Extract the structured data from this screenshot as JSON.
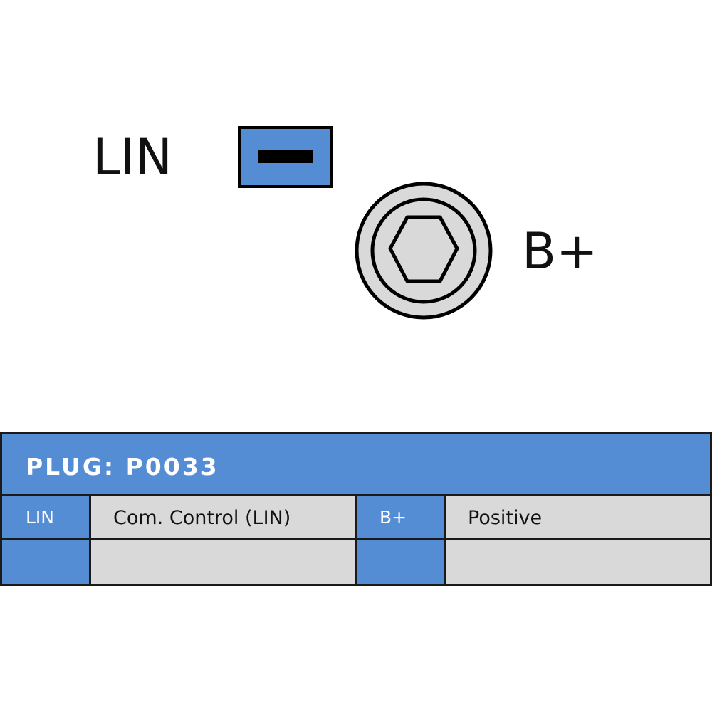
{
  "diagram": {
    "lin_label": "LIN",
    "bplus_label": "B+"
  },
  "table": {
    "header": "PLUG: P0033",
    "rows": [
      {
        "pin1": "LIN",
        "desc1": "Com. Control (LIN)",
        "pin2": "B+",
        "desc2": "Positive"
      },
      {
        "pin1": "",
        "desc1": "",
        "pin2": "",
        "desc2": ""
      }
    ]
  },
  "colors": {
    "accent_blue": "#548dd4",
    "cell_grey": "#d9d9d9",
    "outline": "#000000"
  }
}
